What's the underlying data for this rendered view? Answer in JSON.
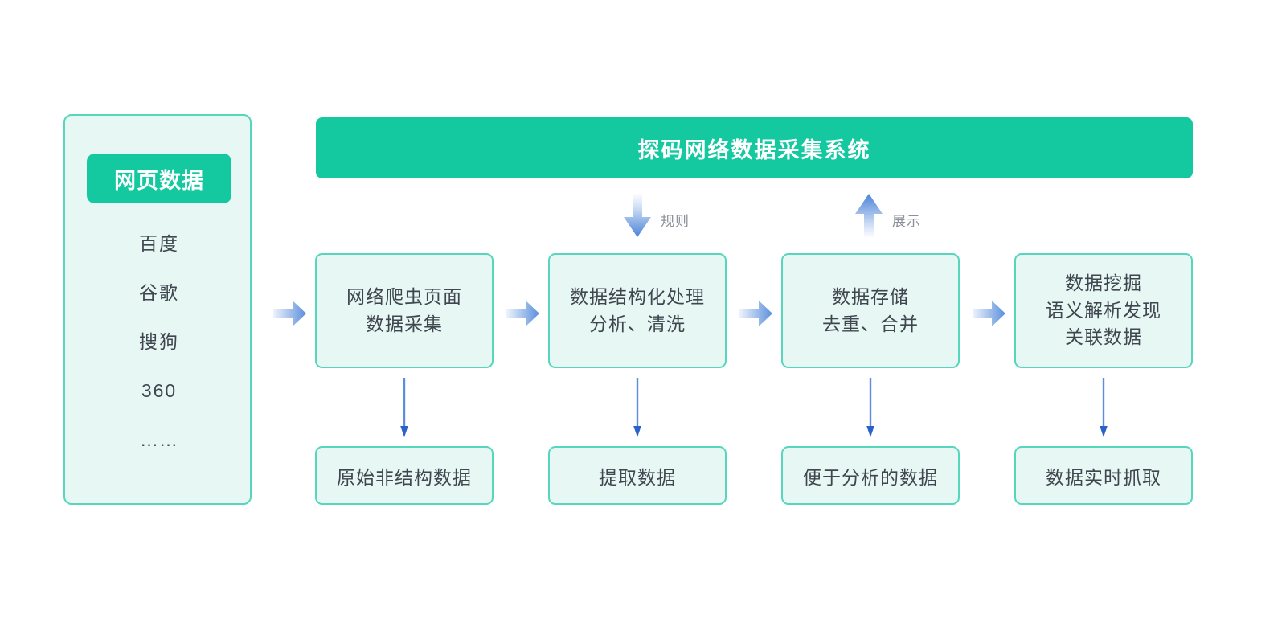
{
  "diagram": {
    "title": "探码网络数据采集系统",
    "colors": {
      "brand_green": "#14c8a0",
      "box_fill": "#e7f7f3",
      "box_border": "#55d6bd",
      "arrow_blue": "#5b8fdc",
      "text": "#3f464f",
      "label_gray": "#8b9099",
      "background": "#ffffff"
    }
  },
  "source_panel": {
    "badge_label": "网页数据",
    "items": [
      {
        "label": "百度"
      },
      {
        "label": "谷歌"
      },
      {
        "label": "搜狗"
      },
      {
        "label": "360"
      },
      {
        "label": "……"
      }
    ]
  },
  "flow_labels": {
    "rule": "规则",
    "display": "展示"
  },
  "pipeline": [
    {
      "lines": [
        "网络爬虫页面",
        "数据采集"
      ]
    },
    {
      "lines": [
        "数据结构化处理",
        "分析、清洗"
      ]
    },
    {
      "lines": [
        "数据存储",
        "去重、合并"
      ]
    },
    {
      "lines": [
        "数据挖掘",
        "语义解析发现",
        "关联数据"
      ]
    }
  ],
  "outputs": [
    {
      "label": "原始非结构数据"
    },
    {
      "label": "提取数据"
    },
    {
      "label": "便于分析的数据"
    },
    {
      "label": "数据实时抓取"
    }
  ]
}
